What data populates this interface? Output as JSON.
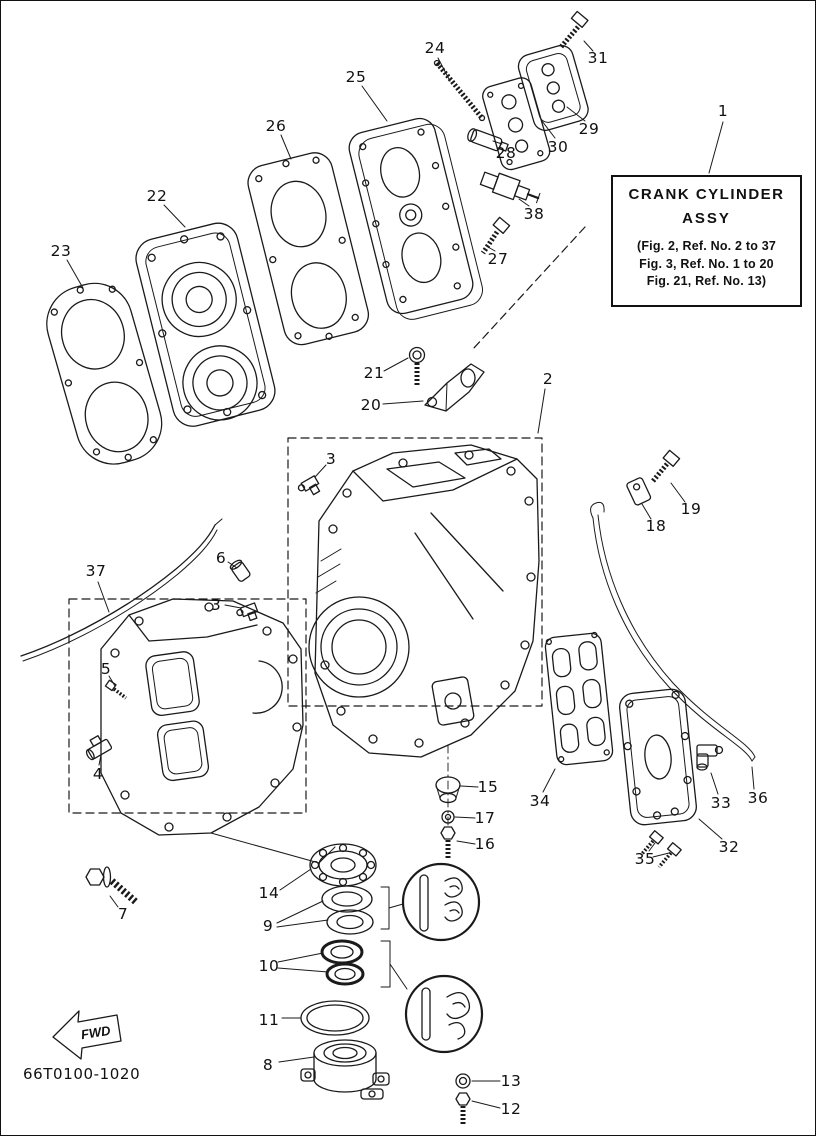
{
  "colors": {
    "background": "#ffffff",
    "line": "#1a1a1a"
  },
  "title_box": {
    "line1": "CRANK CYLINDER",
    "line2": "ASSY",
    "ref_lines": [
      "(Fig. 2, Ref. No. 2 to 37",
      "Fig. 3, Ref. No. 1 to 20",
      "Fig. 21, Ref. No. 13)"
    ]
  },
  "footer": {
    "part_code": "66T0100-1020"
  },
  "fwd": {
    "label": "FWD"
  },
  "callouts": [
    {
      "label": "24"
    },
    {
      "label": "31"
    },
    {
      "label": "25"
    },
    {
      "label": "1"
    },
    {
      "label": "26"
    },
    {
      "label": "29"
    },
    {
      "label": "30"
    },
    {
      "label": "28"
    },
    {
      "label": "22"
    },
    {
      "label": "38"
    },
    {
      "label": "23"
    },
    {
      "label": "27"
    },
    {
      "label": "21"
    },
    {
      "label": "2"
    },
    {
      "label": "20"
    },
    {
      "label": "3"
    },
    {
      "label": "19"
    },
    {
      "label": "18"
    },
    {
      "label": "6"
    },
    {
      "label": "37"
    },
    {
      "label": "3"
    },
    {
      "label": "5"
    },
    {
      "label": "4"
    },
    {
      "label": "15"
    },
    {
      "label": "34"
    },
    {
      "label": "17"
    },
    {
      "label": "33"
    },
    {
      "label": "36"
    },
    {
      "label": "16"
    },
    {
      "label": "32"
    },
    {
      "label": "35"
    },
    {
      "label": "14"
    },
    {
      "label": "7"
    },
    {
      "label": "9"
    },
    {
      "label": "10"
    },
    {
      "label": "11"
    },
    {
      "label": "8"
    },
    {
      "label": "13"
    },
    {
      "label": "12"
    }
  ]
}
